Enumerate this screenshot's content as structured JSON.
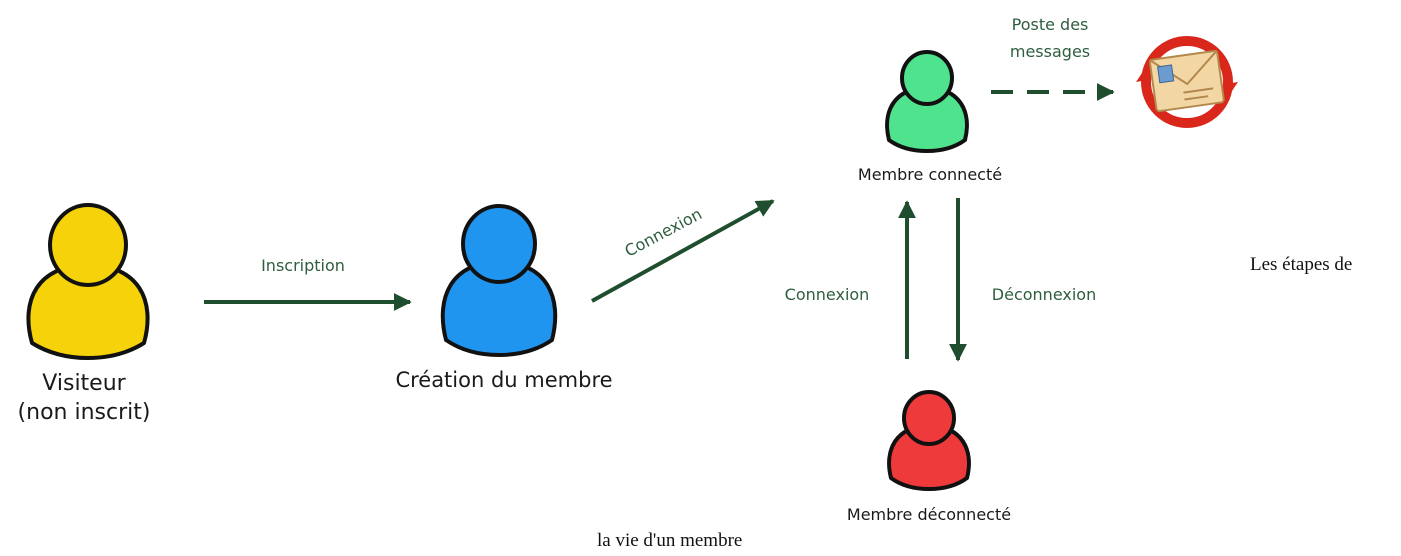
{
  "diagram": {
    "nodes": {
      "visitor": {
        "label_line1": "Visiteur",
        "label_line2": "(non inscrit)",
        "color": "#f5d20a",
        "icon": "user-icon"
      },
      "created": {
        "label": "Création du membre",
        "color": "#1f95f0",
        "icon": "user-icon"
      },
      "connected": {
        "label": "Membre connecté",
        "color": "#4fe38e",
        "icon": "user-icon"
      },
      "disconnected": {
        "label": "Membre déconnecté",
        "color": "#ee3a3a",
        "icon": "user-icon"
      },
      "messages": {
        "label_line1": "Poste des",
        "label_line2": "messages",
        "icon": "mail-exchange-icon"
      }
    },
    "edges": {
      "inscription": "Inscription",
      "connexion_first": "Connexion",
      "connexion_up": "Connexion",
      "deconnexion": "Déconnexion"
    },
    "arrow_color": "#1f4e2e",
    "label_color": "#2e5e3e"
  },
  "caption": {
    "part1": "Les étapes de",
    "part2": "la vie d'un membre"
  }
}
